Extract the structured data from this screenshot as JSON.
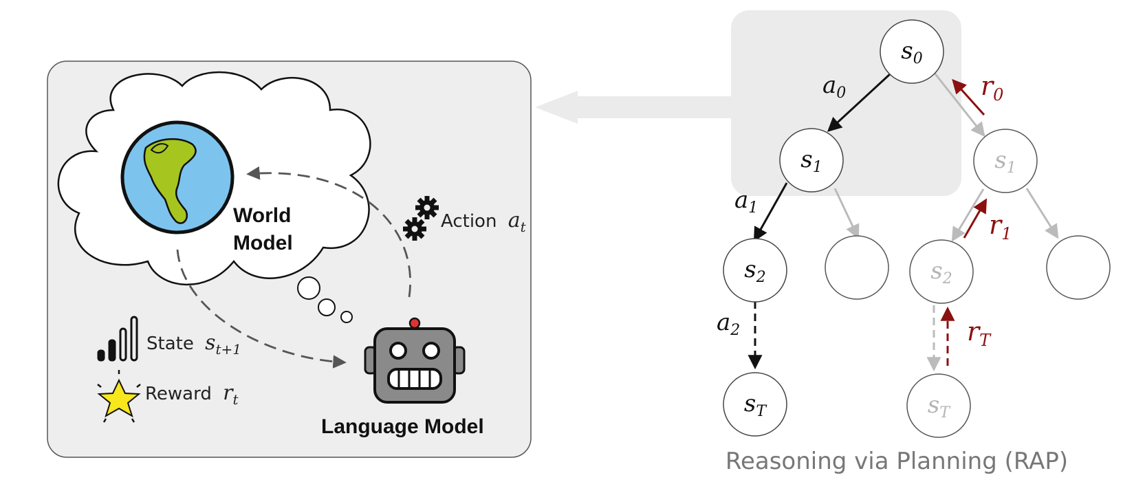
{
  "left_panel": {
    "world_model_line1": "World",
    "world_model_line2": "Model",
    "language_model": "Language Model",
    "action_label": "Action",
    "action_var": "a",
    "action_sub": "t",
    "state_label": "State",
    "state_var": "s",
    "state_sub": "t+1",
    "reward_label": "Reward",
    "reward_var": "r",
    "reward_sub": "t"
  },
  "tree": {
    "nodes": {
      "s0": {
        "var": "s",
        "sub": "0"
      },
      "s1_left": {
        "var": "s",
        "sub": "1"
      },
      "s1_right": {
        "var": "s",
        "sub": "1"
      },
      "s2_left": {
        "var": "s",
        "sub": "2"
      },
      "s2_right": {
        "var": "s",
        "sub": "2"
      },
      "sT_left": {
        "var": "s",
        "sub": "T"
      },
      "sT_right": {
        "var": "s",
        "sub": "T"
      }
    },
    "actions": {
      "a0": {
        "var": "a",
        "sub": "0"
      },
      "a1": {
        "var": "a",
        "sub": "1"
      },
      "a2": {
        "var": "a",
        "sub": "2"
      }
    },
    "rewards": {
      "r0": {
        "var": "r",
        "sub": "0"
      },
      "r1": {
        "var": "r",
        "sub": "1"
      },
      "rT": {
        "var": "r",
        "sub": "T"
      }
    },
    "caption": "Reasoning via Planning (RAP)"
  },
  "colors": {
    "panel_bg": "#eeeeee",
    "panel_border": "#555555",
    "highlight_bg": "#ebebeb",
    "active_edge": "#111111",
    "inactive_edge": "#bbbbbb",
    "reward_arrow": "#8b1010",
    "caption": "#777777",
    "globe_ocean": "#7cc4ee",
    "globe_land": "#a6c51f",
    "robot_body": "#8a8a8a",
    "star": "#f8e71c"
  }
}
